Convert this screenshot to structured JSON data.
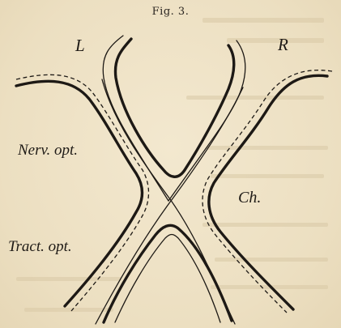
{
  "figure": {
    "title": "Fig. 3.",
    "labels": {
      "left": "L",
      "right": "R",
      "optic_nerve": "Nerv. opt.",
      "chiasm": "Ch.",
      "optic_tract": "Tract. opt."
    }
  },
  "colors": {
    "paper": "#efe3c8",
    "ink": "#1d1915"
  }
}
